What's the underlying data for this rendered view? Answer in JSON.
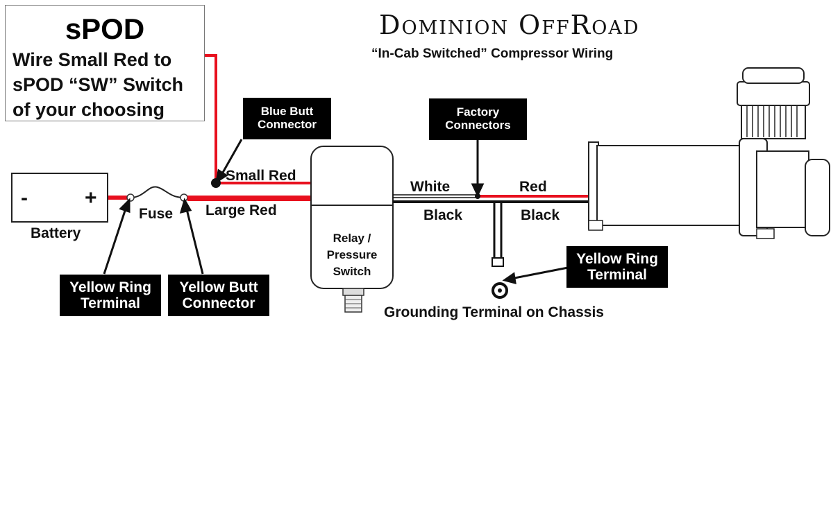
{
  "brand": "Dominion OffRoad",
  "subtitle": "“In-Cab Switched” Compressor Wiring",
  "spod": {
    "title": "sPOD",
    "lines": [
      "Wire Small Red to",
      "sPOD “SW” Switch",
      "of your choosing"
    ]
  },
  "battery": {
    "minus": "-",
    "plus": "+",
    "label": "Battery"
  },
  "fuse_label": "Fuse",
  "wires": {
    "small_red": "Small Red",
    "large_red": "Large Red",
    "white": "White",
    "black_left": "Black",
    "red": "Red",
    "black_right": "Black"
  },
  "relay": {
    "line1": "Relay /",
    "line2": "Pressure",
    "line3": "Switch"
  },
  "callouts": {
    "blue_butt": [
      "Blue Butt",
      "Connector"
    ],
    "factory": [
      "Factory",
      "Connectors"
    ],
    "yellow_ring_left": [
      "Yellow Ring",
      "Terminal"
    ],
    "yellow_butt": [
      "Yellow Butt",
      "Connector"
    ],
    "yellow_ring_right": [
      "Yellow Ring",
      "Terminal"
    ]
  },
  "ground_label": "Grounding Terminal on Chassis",
  "colors": {
    "red_wire": "#e8101e",
    "black_wire": "#111111",
    "tag_bg": "#000000"
  }
}
